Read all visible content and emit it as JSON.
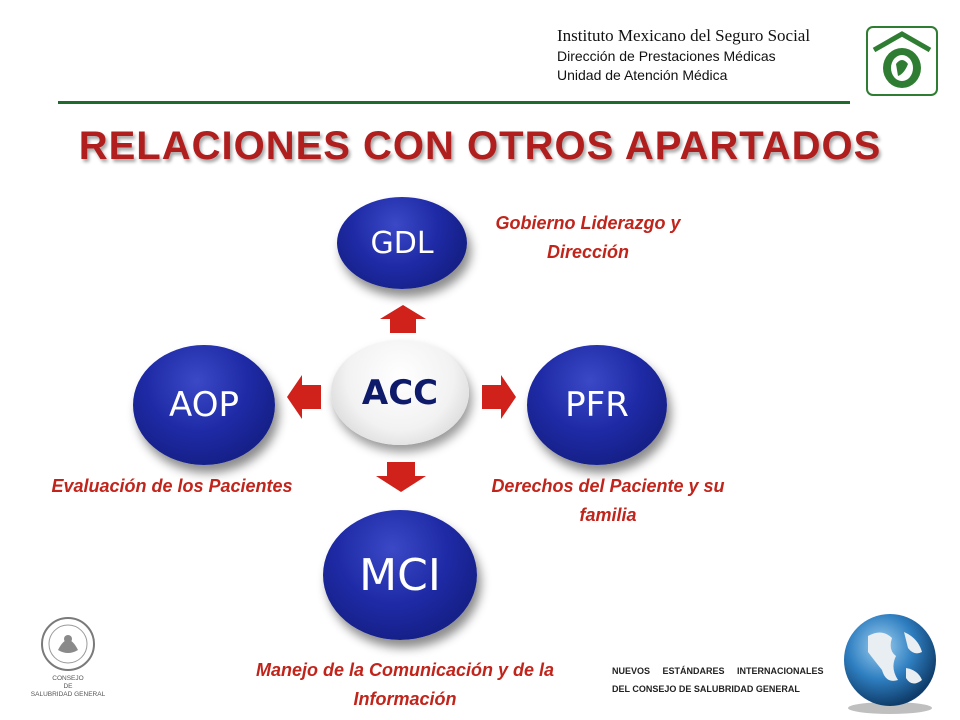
{
  "header": {
    "institution": "Instituto Mexicano del Seguro Social",
    "subtitle_1": "Dirección de Prestaciones Médicas",
    "subtitle_2": "Unidad de Atención Médica"
  },
  "title": "RELACIONES CON OTROS APARTADOS",
  "diagram": {
    "center": "ACC",
    "nodes": {
      "top": {
        "code": "GDL",
        "label": "Gobierno Liderazgo y Dirección"
      },
      "left": {
        "code": "AOP",
        "label": "Evaluación de los Pacientes"
      },
      "right": {
        "code": "PFR",
        "label": "Derechos del Paciente y su familia"
      },
      "bottom": {
        "code": "MCI",
        "label": "Manejo de la Comunicación y de la Información"
      }
    }
  },
  "seal": {
    "text": "CONSEJO DE SALUBRIDAD GENERAL"
  },
  "footer": {
    "line_1": "NUEVOS ESTÁNDARES INTERNACIONALES",
    "line_2": "DEL CONSEJO DE SALUBRIDAD GENERAL"
  },
  "colors": {
    "node_blue": "#1e2aa5",
    "center_text": "#0e1a6a",
    "label_red": "#c0241b",
    "arrow_red": "#d0211b",
    "header_line_green": "#1f6b2b"
  }
}
